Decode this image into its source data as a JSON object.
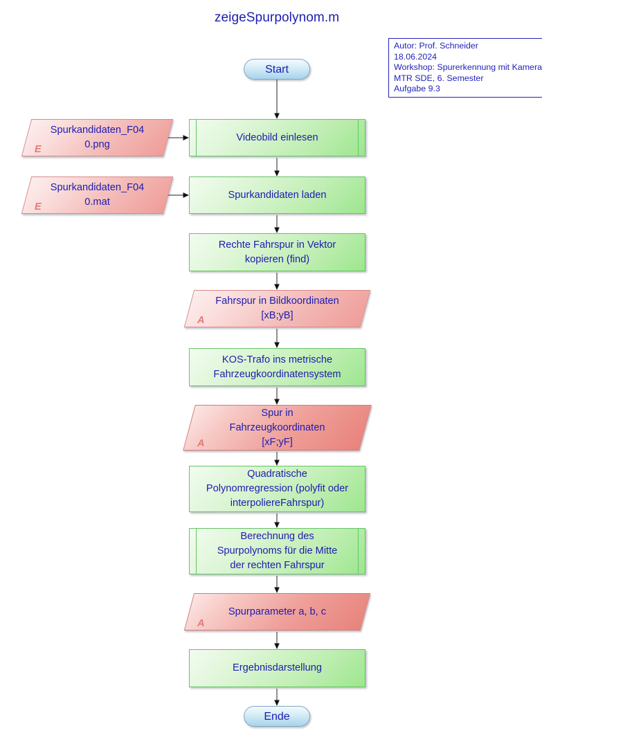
{
  "title": "zeigeSpurpolynom.m",
  "colors": {
    "text_blue": "#1c1cb0",
    "note_blue": "#2222bb",
    "process_green": "#9de68f",
    "data_pink": "#ef9d99",
    "terminator_blue": "#b9ddef",
    "marker_red": "#e27b74",
    "connector_gray": "#6b6b6b",
    "background": "#ffffff"
  },
  "annotation": {
    "lines": [
      "Autor: Prof. Schneider",
      "18.06.2024",
      "Workshop: Spurerkennung mit Kamera",
      "MTR SDE, 6. Semester",
      "Aufgabe 9.3"
    ]
  },
  "nodes": {
    "start": {
      "label": "Start",
      "type": "terminator"
    },
    "ende": {
      "label": "Ende",
      "type": "terminator"
    },
    "videobild": {
      "label": "Videobild einlesen",
      "type": "subroutine"
    },
    "laden": {
      "label": "Spurkandidaten laden",
      "type": "process"
    },
    "vektor": {
      "label": "Rechte Fahrspur in Vektor\nkopieren (find)",
      "type": "process"
    },
    "kostrafo": {
      "label": "KOS-Trafo ins metrische\nFahrzeugkoordinatensystem",
      "type": "process"
    },
    "regression": {
      "label": "Quadratische\nPolynomregression (polyfit oder\ninterpoliereFahrspur)",
      "type": "process"
    },
    "berechnung": {
      "label": "Berechnung des\nSpurpolynoms für die Mitte\nder rechten Fahrspur",
      "type": "subroutine"
    },
    "ergebnis": {
      "label": "Ergebnisdarstellung",
      "type": "process"
    },
    "in_png": {
      "label": "Spurkandidaten_F04\n0.png",
      "marker": "E",
      "type": "data-input"
    },
    "in_mat": {
      "label": "Spurkandidaten_F04\n0.mat",
      "marker": "E",
      "type": "data-input"
    },
    "out_bild": {
      "label": "Fahrspur in Bildkoordinaten\n[xB;yB]",
      "marker": "A",
      "type": "data-output"
    },
    "out_fahrzeug": {
      "label": "Spur in\nFahrzeugkoordinaten\n[xF;yF]",
      "marker": "A",
      "type": "data-output"
    },
    "out_param": {
      "label": "Spurparameter a, b, c",
      "marker": "A",
      "type": "data-output"
    }
  },
  "flow": [
    {
      "from": "start",
      "to": "videobild"
    },
    {
      "from": "in_png",
      "to": "videobild"
    },
    {
      "from": "videobild",
      "to": "laden"
    },
    {
      "from": "in_mat",
      "to": "laden"
    },
    {
      "from": "laden",
      "to": "vektor"
    },
    {
      "from": "vektor",
      "to": "out_bild"
    },
    {
      "from": "out_bild",
      "to": "kostrafo"
    },
    {
      "from": "kostrafo",
      "to": "out_fahrzeug"
    },
    {
      "from": "out_fahrzeug",
      "to": "regression"
    },
    {
      "from": "regression",
      "to": "berechnung"
    },
    {
      "from": "berechnung",
      "to": "out_param"
    },
    {
      "from": "out_param",
      "to": "ergebnis"
    },
    {
      "from": "ergebnis",
      "to": "ende"
    }
  ]
}
